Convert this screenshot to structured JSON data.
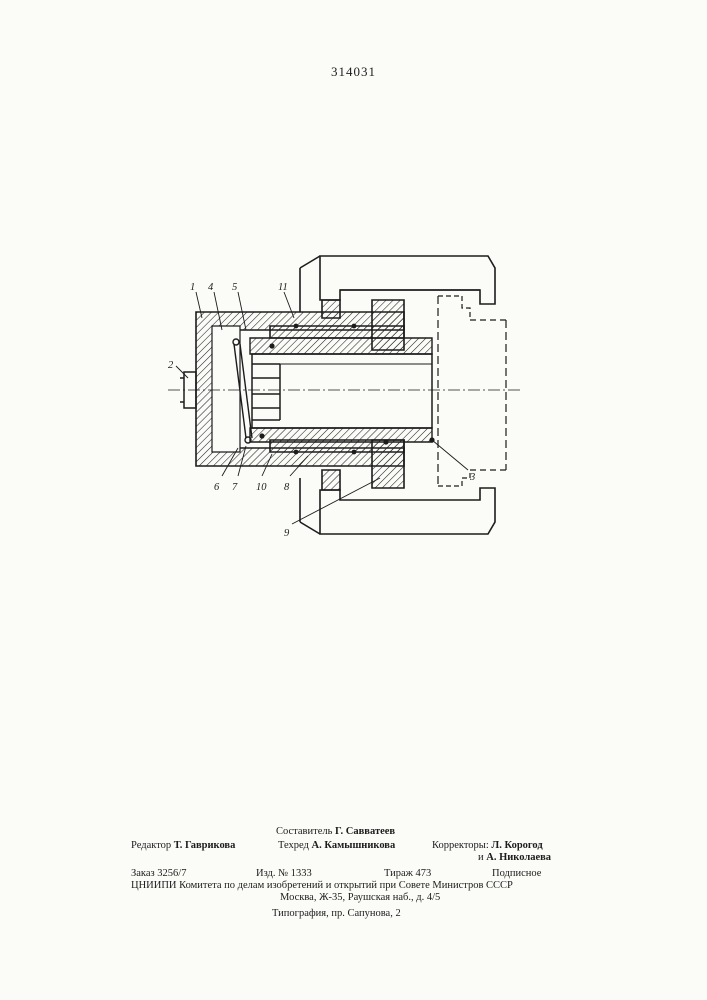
{
  "patent_number": "314031",
  "figure_labels": {
    "l1": "1",
    "l2": "2",
    "l3": "3",
    "l4": "4",
    "l5": "5",
    "l6": "6",
    "l7": "7",
    "l8": "8",
    "l9": "9",
    "l10": "10",
    "l11": "11"
  },
  "credits": {
    "compiler_label": "Составитель",
    "compiler_name": "Г. Савватеев",
    "editor_label": "Редактор",
    "editor_name": "Т. Гаврикова",
    "techred_label": "Техред",
    "techred_name": "А. Камышникова",
    "correctors_label": "Корректоры:",
    "corrector1": "Л. Корогод",
    "corrector2_prefix": "и",
    "corrector2": "А. Николаева"
  },
  "order": {
    "order": "Заказ 3256/7",
    "edition": "Изд. № 1333",
    "circulation": "Тираж 473",
    "subscription": "Подписное",
    "institute_line": "ЦНИИПИ Комитета по делам изобретений и открытий при Совете Министров СССР",
    "address": "Москва, Ж-35, Раушская наб., д. 4/5"
  },
  "print_house": "Типография, пр. Сапунова, 2"
}
